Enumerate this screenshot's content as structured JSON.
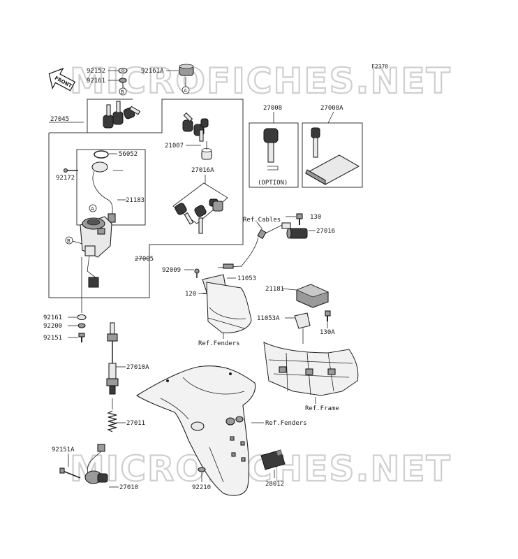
{
  "figure_code": "F2370",
  "watermark": "MICROFICHES.NET",
  "front_label": "FRONT",
  "circle_markers": {
    "a": "A",
    "b": "B"
  },
  "parts": {
    "p92152": "92152",
    "p92161_top": "92161",
    "p92161A": "92161A",
    "p27045": "27045",
    "p56052": "56052",
    "p92172": "92172",
    "p21183": "21183",
    "p21007": "21007",
    "p27016A": "27016A",
    "p27005": "27005",
    "p27008": "27008",
    "p27008A": "27008A",
    "option": "(OPTION)",
    "p130": "130",
    "p27016": "27016",
    "p92009": "92009",
    "p11053": "11053",
    "p120": "120",
    "p21181": "21181",
    "p11053A": "11053A",
    "p130A": "130A",
    "p92161_bot": "92161",
    "p92200": "92200",
    "p92151": "92151",
    "p27010A": "27010A",
    "p27011": "27011",
    "p92151A": "92151A",
    "p27010": "27010",
    "p92210": "92210",
    "p28012": "28012"
  },
  "refs": {
    "cables": "Ref.Cables",
    "fenders_mid": "Ref.Fenders",
    "frame": "Ref.Frame",
    "fenders_bot": "Ref.Fenders"
  }
}
